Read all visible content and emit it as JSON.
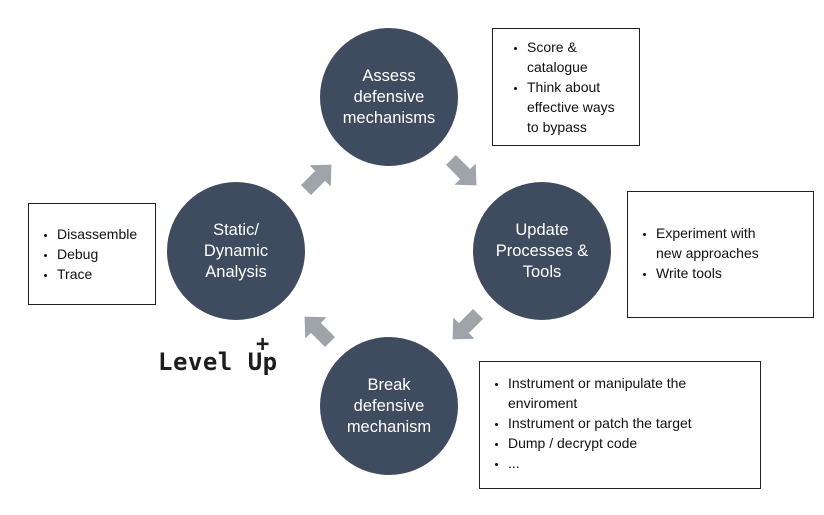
{
  "colors": {
    "node": "#3f4b5e",
    "arrow": "#9ea4aa"
  },
  "nodes": {
    "assess": "Assess\ndefensive\nmechanisms",
    "update": "Update\nProcesses &\nTools",
    "break": "Break\ndefensive\nmechanism",
    "static": "Static/\nDynamic\nAnalysis"
  },
  "notes": {
    "assess": [
      "Score &\ncatalogue",
      "Think about\neffective ways\nto bypass"
    ],
    "update": [
      "Experiment with\nnew approaches",
      "Write tools"
    ],
    "break": [
      "Instrument or manipulate the\nenviroment",
      "Instrument or patch the target",
      "Dump / decrypt code",
      "..."
    ],
    "static": [
      "Disassemble",
      "Debug",
      "Trace"
    ]
  },
  "logo": {
    "text": "Level Up",
    "plus": "+"
  }
}
